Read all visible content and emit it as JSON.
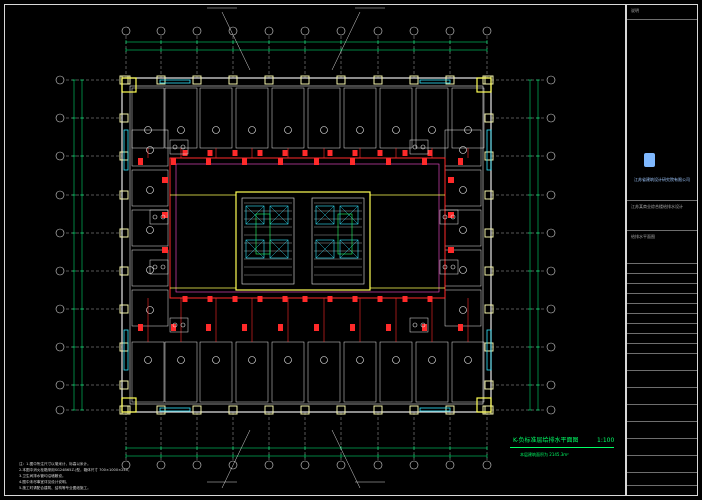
{
  "drawing": {
    "title": "K-负标准层给排水平面图",
    "scale": "1:100",
    "subtitle": "本层建筑面积为 2145.3m²"
  },
  "notes": [
    "注：1.图中所注尺寸以毫米计，标高以米计。",
    "2.本图中消火栓箱采用SG24B65Z-J型，箱体尺寸 700×1000×240，",
    "3.卫生间排水管均沿墙敷设。",
    "4.图中未尽事宜详见设计说明。",
    "5.施工时请配合建筑、结构等专业图纸施工。"
  ],
  "title_block": {
    "header": "说明",
    "company": "江苏省建筑设计研究院有限公司",
    "project": "江苏某商业综合楼给排水设计",
    "sheet_name": "给排水平面图"
  },
  "colors": {
    "background": "#000000",
    "walls": "#e8e8e8",
    "columns": "#f2f2aa",
    "grid": "#d8d8d8",
    "dims": "#00ff7f",
    "pipes_red": "#ff2a2a",
    "pipes_magenta": "#ff4fd8",
    "cyan": "#33e6ff",
    "yellow": "#ffff55",
    "room_markers": "#f5f5f5"
  },
  "icons": [
    "grid-bubble-icon",
    "column-icon",
    "stair-icon",
    "fire-hydrant-icon",
    "company-logo-icon"
  ]
}
